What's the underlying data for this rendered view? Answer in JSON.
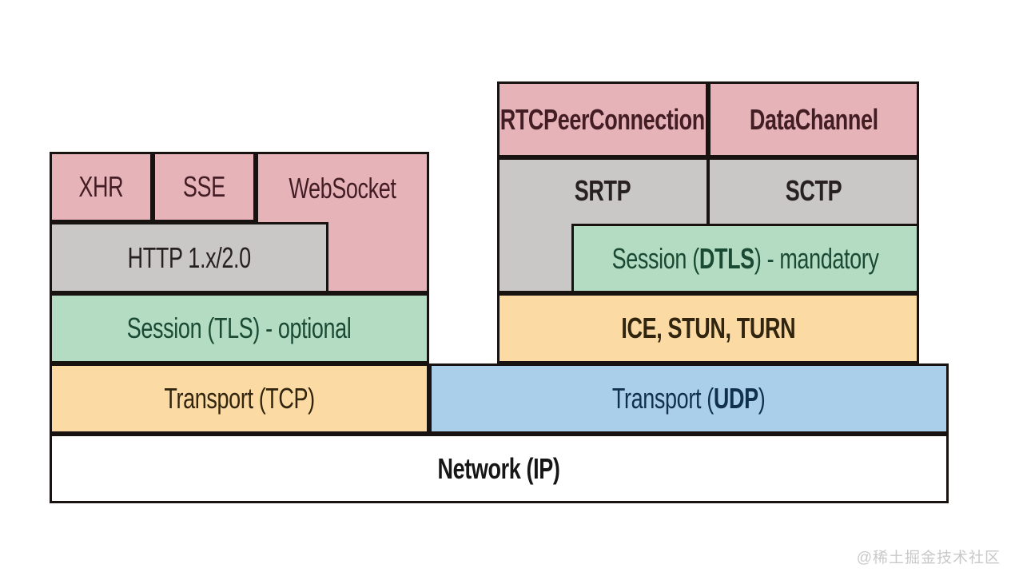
{
  "colors": {
    "pink": "#e6b3b8",
    "gray": "#c9c8c6",
    "green": "#b4dcc3",
    "orange": "#fbdaa4",
    "blue": "#aacfea",
    "border": "#181211",
    "pink_text": "#431d24",
    "gray_text": "#272120",
    "green_text": "#1a4a33",
    "orange_text": "#32250f",
    "blue_text": "#10304e",
    "black_text": "#161616",
    "watermark_text": "#c9c9c9"
  },
  "http_stack": {
    "xhr": "XHR",
    "sse": "SSE",
    "websocket": "WebSocket",
    "http": "HTTP 1.x/2.0",
    "tls": "Session (TLS) - optional",
    "tcp": "Transport (TCP)"
  },
  "webrtc_stack": {
    "rtcpeerconnection": "RTCPeerConnection",
    "datachannel": "DataChannel",
    "srtp": "SRTP",
    "sctp": "SCTP",
    "dtls_prefix": "Session (",
    "dtls_bold": "DTLS",
    "dtls_suffix": ") - mandatory",
    "ice": "ICE, STUN, TURN"
  },
  "shared": {
    "udp_prefix": "Transport (",
    "udp_bold": "UDP",
    "udp_suffix": ")",
    "network": "Network (IP)"
  },
  "watermark": {
    "text": "@稀土掘金技术社区"
  }
}
